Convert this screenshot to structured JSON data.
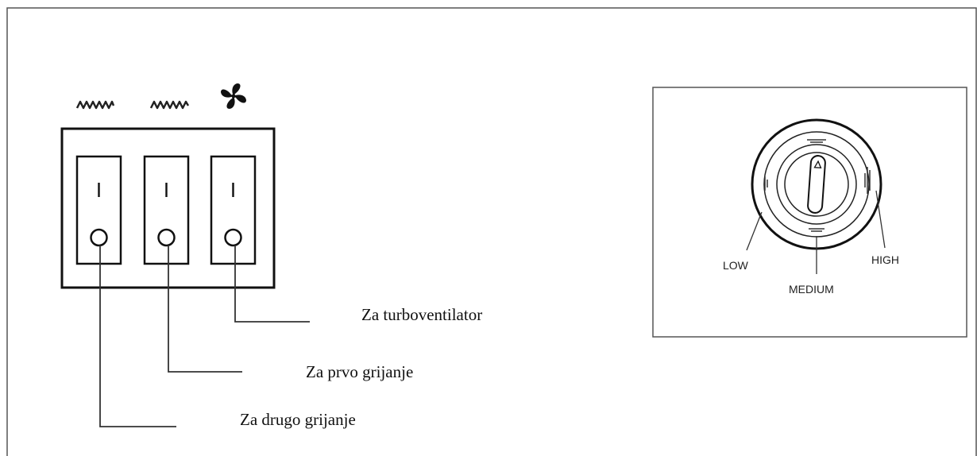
{
  "switch_panel": {
    "symbols": [
      "heater-1-icon",
      "heater-2-icon",
      "fan-icon"
    ],
    "on_mark": "I",
    "off_mark": "O",
    "callouts": {
      "fan": "Za turboventilator",
      "heater_first": "Za prvo grijanje",
      "heater_second": "Za drugo grijanje"
    }
  },
  "dial_panel": {
    "labels": {
      "low": "LOW",
      "medium": "MEDIUM",
      "high": "HIGH"
    }
  }
}
